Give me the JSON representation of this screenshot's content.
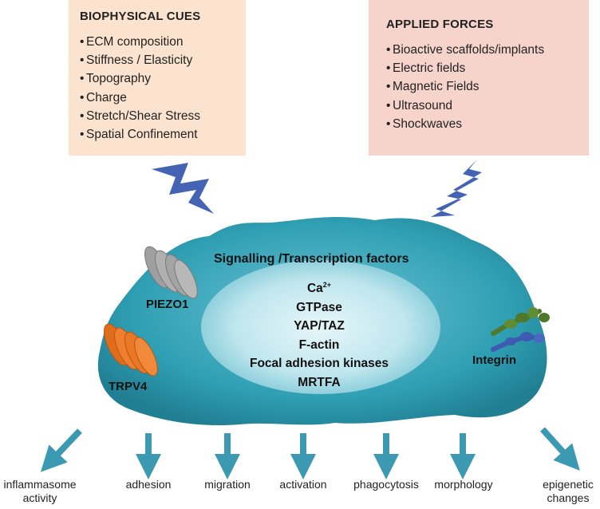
{
  "biophysical": {
    "title": "BIOPHYSICAL CUES",
    "items": [
      "ECM composition",
      "Stiffness / Elasticity",
      "Topography",
      "Charge",
      "Stretch/Shear Stress",
      "Spatial Confinement"
    ]
  },
  "applied": {
    "title": "APPLIED FORCES",
    "items": [
      "Bioactive scaffolds/implants",
      "Electric fields",
      "Magnetic Fields",
      "Ultrasound",
      "Shockwaves"
    ]
  },
  "cell": {
    "title": "Signalling /Transcription factors",
    "factors": [
      "Ca",
      "GTPase",
      "YAP/TAZ",
      "F-actin",
      "Focal adhesion kinases",
      "MRTFA"
    ],
    "ca_superscript": "2+",
    "piezo": "PIEZO1",
    "trpv": "TRPV4",
    "integrin": "Integrin"
  },
  "outcomes": {
    "inflammasome_l1": "inflammasome",
    "inflammasome_l2": "activity",
    "adhesion": "adhesion",
    "migration": "migration",
    "activation": "activation",
    "phagocytosis": "phagocytosis",
    "morphology": "morphology",
    "epigenetic_l1": "epigenetic",
    "epigenetic_l2": "changes"
  },
  "colors": {
    "cell": "#2f9fb3",
    "nucleus": "#bfe6ee",
    "bolt": "#4563b5",
    "arrow": "#3b9ab2",
    "piezo": "#a6a6a6",
    "trpv": "#e87726",
    "integrin_green": "#4f7a2c",
    "integrin_blue": "#3d5bb0"
  }
}
